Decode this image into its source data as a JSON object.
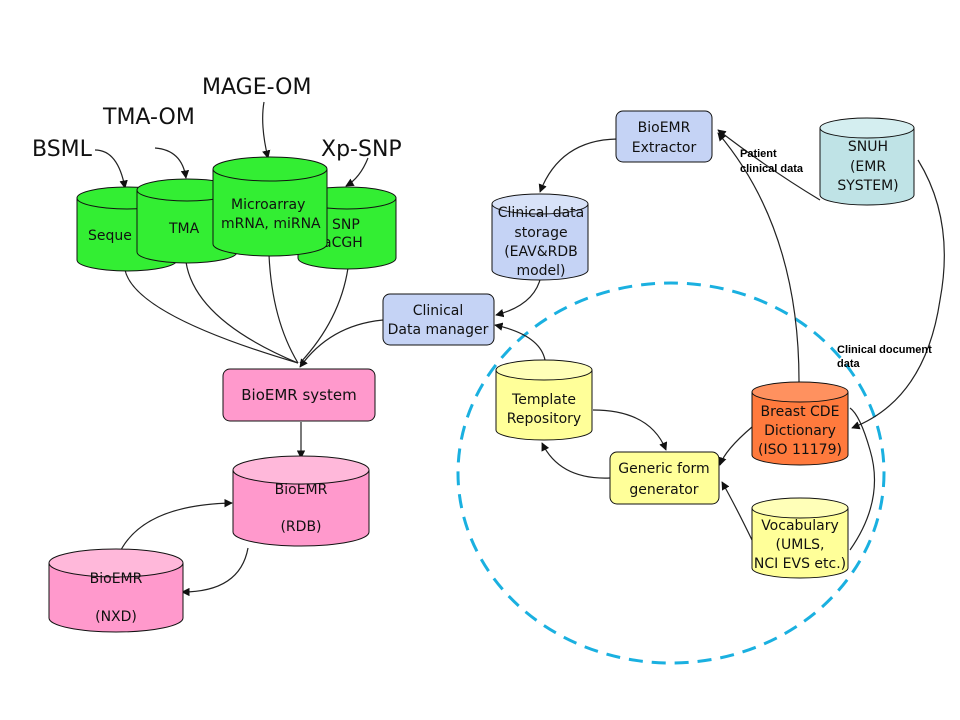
{
  "standards": {
    "bsml": "BSML",
    "tma_om": "TMA-OM",
    "mage_om": "MAGE-OM",
    "xp_snp": "Xp-SNP"
  },
  "omics_dbs": {
    "sequence": "Seque",
    "tma": "TMA",
    "microarray_line1": "Microarray",
    "microarray_line2": "mRNA, miRNA",
    "snp_line1": "SNP",
    "snp_line2": "aCGH"
  },
  "bioemr_system": "BioEMR system",
  "bioemr_rdb": {
    "line1": "BioEMR",
    "line2": "(RDB)"
  },
  "bioemr_nxd": {
    "line1": "BioEMR",
    "line2": "(NXD)"
  },
  "clinical_data_manager": {
    "line1": "Clinical",
    "line2": "Data manager"
  },
  "clinical_data_storage": {
    "line1": "Clinical data",
    "line2": "storage",
    "line3": "(EAV&RDB",
    "line4": "model)"
  },
  "bioemr_extractor": {
    "line1": "BioEMR",
    "line2": "Extractor"
  },
  "snuh": {
    "line1": "SNUH",
    "line2": "(EMR",
    "line3": "SYSTEM)"
  },
  "edge_labels": {
    "patient_line1": "Patient",
    "patient_line2": "clinical data",
    "document_line1": "Clinical document",
    "document_line2": "data"
  },
  "template_repository": {
    "line1": "Template",
    "line2": "Repository"
  },
  "generic_form_generator": {
    "line1": "Generic form",
    "line2": "generator"
  },
  "breast_cde": {
    "line1": "Breast CDE",
    "line2": "Dictionary",
    "line3": "(ISO 11179)"
  },
  "vocabulary": {
    "line1": "Vocabulary",
    "line2": "(UMLS,",
    "line3": "NCI EVS etc.)"
  },
  "colors": {
    "green": "#33ee33",
    "pink": "#ff99cc",
    "blue_box": "#c5d3f5",
    "teal": "#bfe3e6",
    "yellow": "#ffff99",
    "orange": "#ff7a3d",
    "dashed_circle": "#1ab0e0"
  }
}
